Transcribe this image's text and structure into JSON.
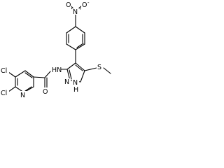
{
  "molecule": {
    "atoms": {
      "cl_top": "Cl",
      "cl_bottom": "Cl",
      "n_pyridine": "N",
      "o_amide": "O",
      "nh_amide": "HN",
      "n_pyrazole": "N",
      "nh_pyrazole": "N",
      "h_pyrazole": "H",
      "s_methylthio": "S",
      "n_nitro": "N",
      "nitro_plus": "+",
      "o_nitro_left": "O",
      "o_nitro_right": "O",
      "nitro_minus": "-"
    }
  }
}
